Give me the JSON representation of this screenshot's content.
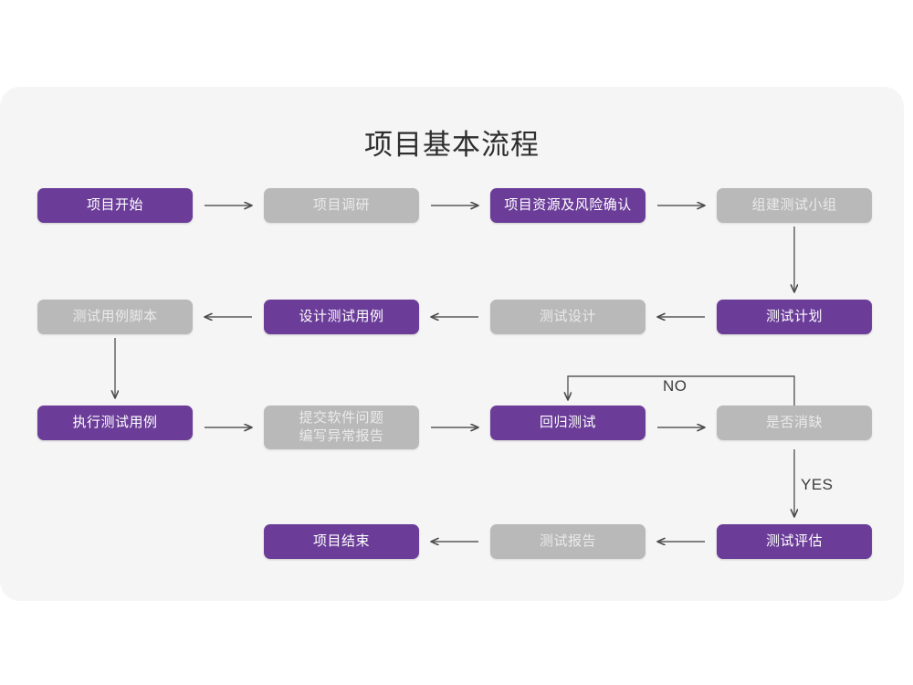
{
  "page": {
    "title": "项目基本流程",
    "background_color": "#ffffff",
    "card_color": "#f5f5f5",
    "accent_color": "#6b3d99",
    "muted_color": "#b9b9b9",
    "connector_color": "#5a5a5a"
  },
  "chart_data": {
    "type": "diagram",
    "title": "项目基本流程",
    "diagram_kind": "flowchart",
    "nodes": [
      {
        "id": "n1",
        "label": "项目开始",
        "style": "purple",
        "row": 1,
        "col": 1
      },
      {
        "id": "n2",
        "label": "项目调研",
        "style": "gray",
        "row": 1,
        "col": 2
      },
      {
        "id": "n3",
        "label": "项目资源及风险确认",
        "style": "purple",
        "row": 1,
        "col": 3
      },
      {
        "id": "n4",
        "label": "组建测试小组",
        "style": "gray",
        "row": 1,
        "col": 4
      },
      {
        "id": "n5",
        "label": "测试用例脚本",
        "style": "gray",
        "row": 2,
        "col": 1
      },
      {
        "id": "n6",
        "label": "设计测试用例",
        "style": "purple",
        "row": 2,
        "col": 2
      },
      {
        "id": "n7",
        "label": "测试设计",
        "style": "gray",
        "row": 2,
        "col": 3
      },
      {
        "id": "n8",
        "label": "测试计划",
        "style": "purple",
        "row": 2,
        "col": 4
      },
      {
        "id": "n9",
        "label": "执行测试用例",
        "style": "purple",
        "row": 3,
        "col": 1
      },
      {
        "id": "n10",
        "label": "提交软件问题\n编写异常报告",
        "style": "gray",
        "row": 3,
        "col": 2
      },
      {
        "id": "n11",
        "label": "回归测试",
        "style": "purple",
        "row": 3,
        "col": 3
      },
      {
        "id": "n12",
        "label": "是否消缺",
        "style": "gray",
        "row": 3,
        "col": 4
      },
      {
        "id": "n13",
        "label": "项目结束",
        "style": "purple",
        "row": 4,
        "col": 2
      },
      {
        "id": "n14",
        "label": "测试报告",
        "style": "gray",
        "row": 4,
        "col": 3
      },
      {
        "id": "n15",
        "label": "测试评估",
        "style": "purple",
        "row": 4,
        "col": 4
      }
    ],
    "edges": [
      {
        "from": "n1",
        "to": "n2",
        "label": "",
        "direction": "right"
      },
      {
        "from": "n2",
        "to": "n3",
        "label": "",
        "direction": "right"
      },
      {
        "from": "n3",
        "to": "n4",
        "label": "",
        "direction": "right"
      },
      {
        "from": "n4",
        "to": "n8",
        "label": "",
        "direction": "down"
      },
      {
        "from": "n8",
        "to": "n7",
        "label": "",
        "direction": "left"
      },
      {
        "from": "n7",
        "to": "n6",
        "label": "",
        "direction": "left"
      },
      {
        "from": "n6",
        "to": "n5",
        "label": "",
        "direction": "left"
      },
      {
        "from": "n5",
        "to": "n9",
        "label": "",
        "direction": "down"
      },
      {
        "from": "n9",
        "to": "n10",
        "label": "",
        "direction": "right"
      },
      {
        "from": "n10",
        "to": "n11",
        "label": "",
        "direction": "right"
      },
      {
        "from": "n11",
        "to": "n12",
        "label": "",
        "direction": "right"
      },
      {
        "from": "n12",
        "to": "n11",
        "label": "NO",
        "direction": "loop-up-left"
      },
      {
        "from": "n12",
        "to": "n15",
        "label": "YES",
        "direction": "down"
      },
      {
        "from": "n15",
        "to": "n14",
        "label": "",
        "direction": "left"
      },
      {
        "from": "n14",
        "to": "n13",
        "label": "",
        "direction": "left"
      }
    ],
    "labels": {
      "no": "NO",
      "yes": "YES"
    }
  }
}
